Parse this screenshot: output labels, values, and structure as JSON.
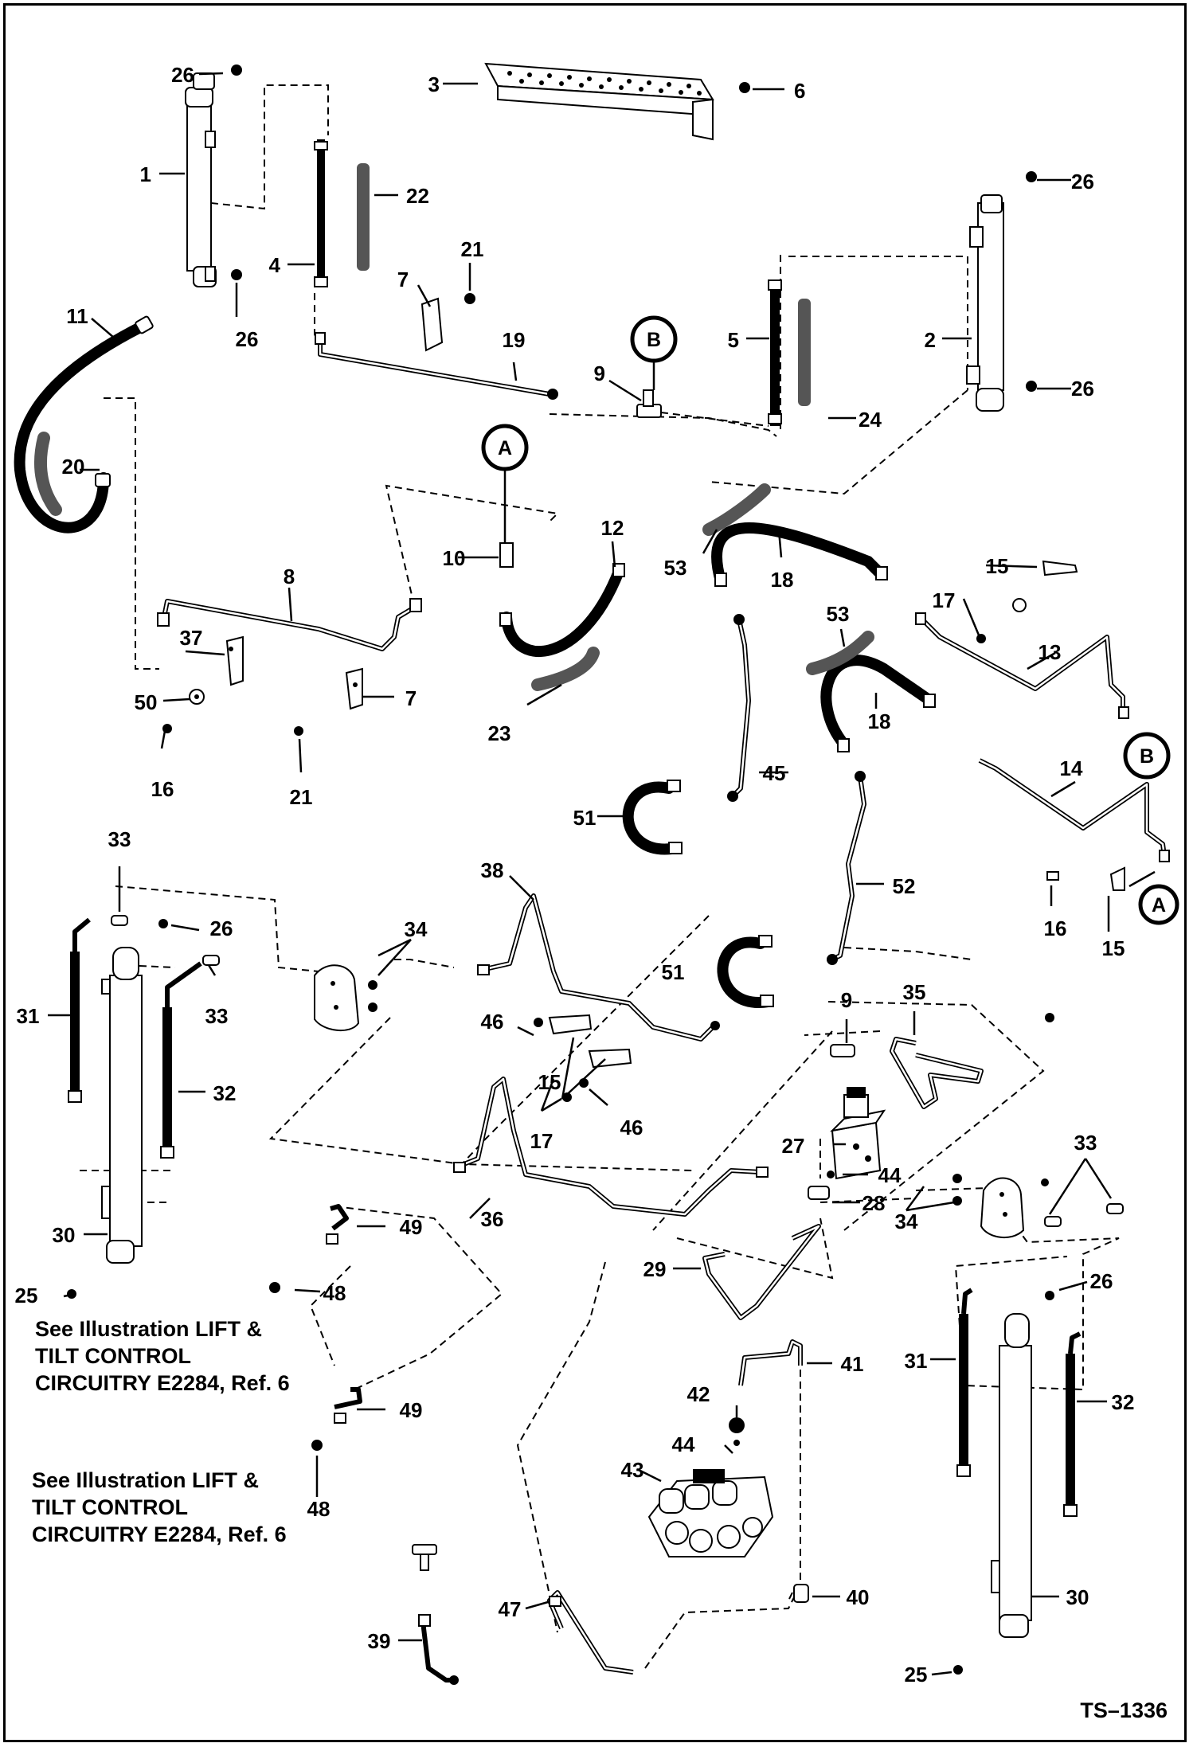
{
  "drawing_number": "TS–1336",
  "reference_note_1": "See Illustration LIFT & TILT CONTROL CIRCUITRY E2284, Ref. 6",
  "reference_note_2": "See Illustration LIFT & TILT CONTROL CIRCUITRY E2284, Ref. 6",
  "connection_tags": {
    "a": "A",
    "b": "B"
  },
  "callouts": {
    "c1": "1",
    "c2": "2",
    "c3": "3",
    "c4": "4",
    "c5": "5",
    "c6": "6",
    "c7a": "7",
    "c7b": "7",
    "c8": "8",
    "c9a": "9",
    "c9b": "9",
    "c10": "10",
    "c11": "11",
    "c12": "12",
    "c13": "13",
    "c14": "14",
    "c15a": "15",
    "c15b": "15",
    "c15c": "15",
    "c16a": "16",
    "c16b": "16",
    "c17a": "17",
    "c17b": "17",
    "c18a": "18",
    "c18b": "18",
    "c19": "19",
    "c20": "20",
    "c21a": "21",
    "c21b": "21",
    "c22": "22",
    "c23": "23",
    "c24": "24",
    "c25a": "25",
    "c25b": "25",
    "c26a": "26",
    "c26b": "26",
    "c26c": "26",
    "c26d": "26",
    "c26e": "26",
    "c26f": "26",
    "c27": "27",
    "c28": "28",
    "c29": "29",
    "c30a": "30",
    "c30b": "30",
    "c31a": "31",
    "c31b": "31",
    "c32a": "32",
    "c32b": "32",
    "c33a": "33",
    "c33b": "33",
    "c33c": "33",
    "c34a": "34",
    "c34b": "34",
    "c35": "35",
    "c36": "36",
    "c37": "37",
    "c38": "38",
    "c39": "39",
    "c40": "40",
    "c41": "41",
    "c42": "42",
    "c43": "43",
    "c44a": "44",
    "c44b": "44",
    "c45": "45",
    "c46a": "46",
    "c46b": "46",
    "c47": "47",
    "c48a": "48",
    "c48b": "48",
    "c49a": "49",
    "c49b": "49",
    "c50": "50",
    "c51a": "51",
    "c51b": "51",
    "c52": "52",
    "c53a": "53",
    "c53b": "53"
  }
}
